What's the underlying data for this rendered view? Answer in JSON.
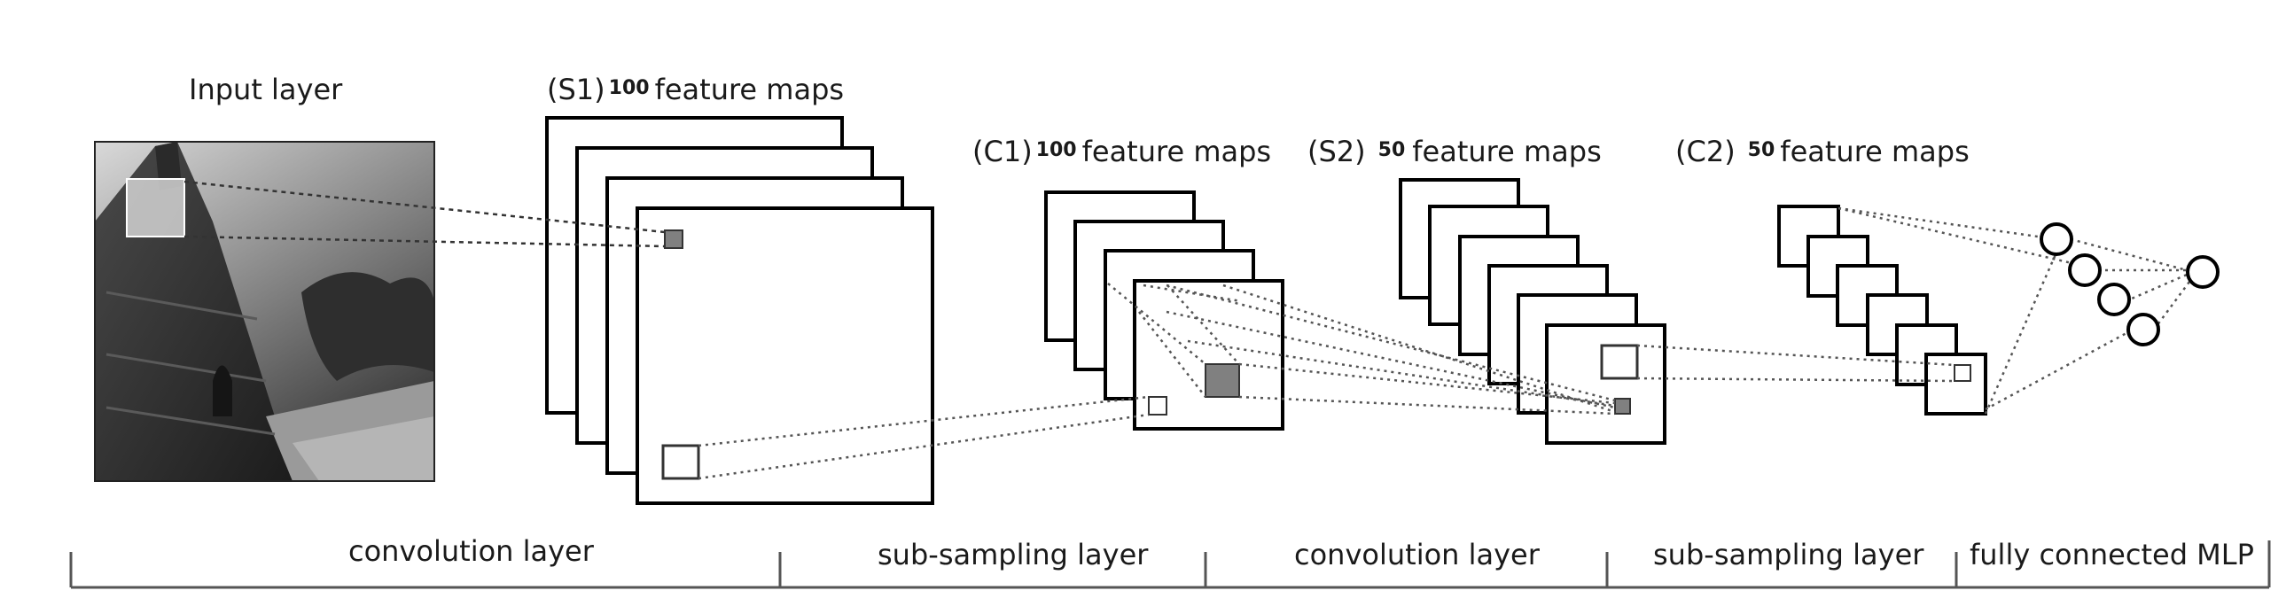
{
  "labels": {
    "input": "Input layer",
    "s1": {
      "prefix": "(S1)",
      "count": "100",
      "suffix": "feature maps"
    },
    "c1": {
      "prefix": "(C1)",
      "count": "100",
      "suffix": "feature maps"
    },
    "s2": {
      "prefix": "(S2)",
      "count": "50",
      "suffix": "feature maps"
    },
    "c2": {
      "prefix": "(C2)",
      "count": "50",
      "suffix": "feature maps"
    }
  },
  "stages": [
    {
      "label": "convolution layer"
    },
    {
      "label": "sub-sampling layer"
    },
    {
      "label": "convolution layer"
    },
    {
      "label": "sub-sampling layer"
    },
    {
      "label": "fully connected MLP"
    }
  ],
  "colors": {
    "stroke": "#000000",
    "text": "#1a1a1a",
    "highlight": "#808080",
    "input_photo": "#6b6b6b"
  }
}
